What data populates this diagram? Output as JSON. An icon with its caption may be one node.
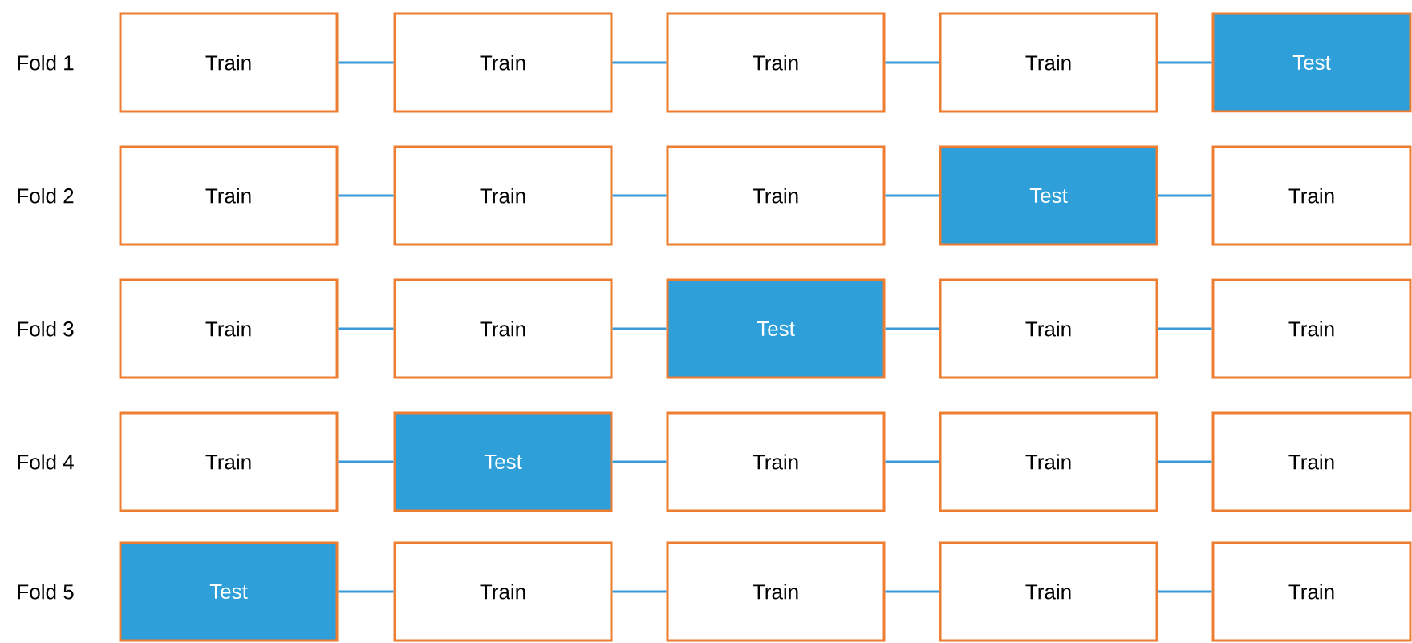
{
  "diagram": {
    "nodes": [
      {
        "text": [
          "Train"
        ]
      },
      {
        "text": [
          "Train"
        ]
      },
      {
        "text": [
          "Train"
        ]
      },
      {
        "text": [
          "Train"
        ]
      },
      {
        "text": [
          "Test"
        ]
      },
      {
        "text": [
          "Train"
        ]
      },
      {
        "text": [
          "Train"
        ]
      },
      {
        "text": [
          "Train"
        ]
      },
      {
        "text": [
          "Test"
        ]
      },
      {
        "text": [
          "Train"
        ]
      },
      {
        "text": [
          "Train"
        ]
      },
      {
        "text": [
          "Train"
        ]
      },
      {
        "text": [
          "Test"
        ]
      },
      {
        "text": [
          "Train"
        ]
      },
      {
        "text": [
          "Train"
        ]
      },
      {
        "text": [
          "Train"
        ]
      },
      {
        "text": [
          "Test"
        ]
      },
      {
        "text": [
          "Train"
        ]
      },
      {
        "text": [
          "Train"
        ]
      },
      {
        "text": [
          "Train"
        ]
      },
      {
        "text": [
          "Test"
        ]
      },
      {
        "text": [
          "Train"
        ]
      },
      {
        "text": [
          "Train"
        ]
      },
      {
        "text": [
          "Train"
        ]
      },
      {
        "text": [
          "Train"
        ]
      }
    ],
    "edges": [
      {
        "from": 0,
        "to": 1,
        "arrow": "none"
      },
      {
        "from": 1,
        "to": 2,
        "arrow": "none"
      },
      {
        "from": 2,
        "to": 3,
        "arrow": "none"
      },
      {
        "from": 3,
        "to": 4,
        "arrow": "none"
      },
      {
        "from": 5,
        "to": 6,
        "arrow": "none"
      },
      {
        "from": 6,
        "to": 7,
        "arrow": "none"
      },
      {
        "from": 7,
        "to": 8,
        "arrow": "none"
      },
      {
        "from": 8,
        "to": 9,
        "arrow": "none"
      },
      {
        "from": 10,
        "to": 11,
        "arrow": "none"
      },
      {
        "from": 11,
        "to": 12,
        "arrow": "none"
      },
      {
        "from": 12,
        "to": 13,
        "arrow": "none"
      },
      {
        "from": 13,
        "to": 14,
        "arrow": "none"
      },
      {
        "from": 15,
        "to": 16,
        "arrow": "none"
      },
      {
        "from": 16,
        "to": 17,
        "arrow": "none"
      },
      {
        "from": 17,
        "to": 18,
        "arrow": "none"
      },
      {
        "from": 18,
        "to": 19,
        "arrow": "none"
      },
      {
        "from": 20,
        "to": 21,
        "arrow": "none"
      },
      {
        "from": 21,
        "to": 22,
        "arrow": "none"
      },
      {
        "from": 22,
        "to": 23,
        "arrow": "none"
      },
      {
        "from": 23,
        "to": 24,
        "arrow": "none"
      }
    ],
    "labels": [
      "Fold 1",
      "Fold 2",
      "Fold 3",
      "Fold 4",
      "Fold 5"
    ]
  }
}
